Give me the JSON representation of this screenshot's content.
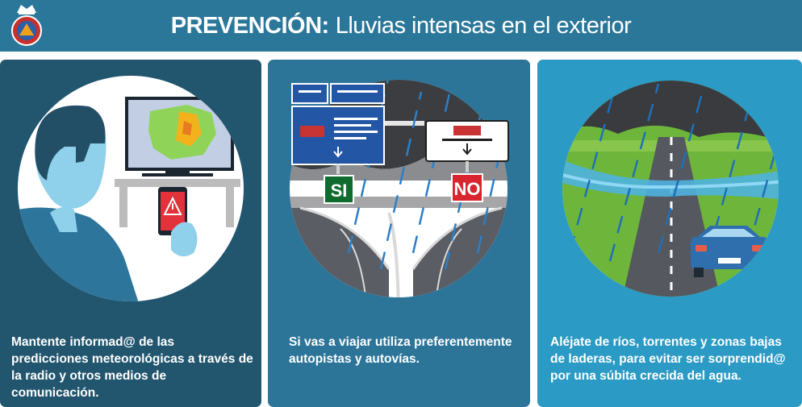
{
  "header": {
    "title_bold": "PREVENCIÓN:",
    "title_rest": "Lluvias intensas en el exterior",
    "logo_icon": "proteccion-civil-logo"
  },
  "colors": {
    "header_bg": "#2b7799",
    "panel1_bg": "#22566f",
    "panel2_bg": "#2c7599",
    "panel3_bg": "#2b9ac5"
  },
  "panels": [
    {
      "caption": "Mantente informad@ de las predicciones meteorológicas a través de la radio y otros medios de comunicación."
    },
    {
      "caption": "Si vas a viajar utiliza preferentemente autopistas y autovías.",
      "sign_yes": "SI",
      "sign_no": "NO"
    },
    {
      "caption": "Aléjate de ríos, torrentes y zonas bajas de laderas, para evitar ser sorprendid@ por una súbita crecida del agua."
    }
  ]
}
